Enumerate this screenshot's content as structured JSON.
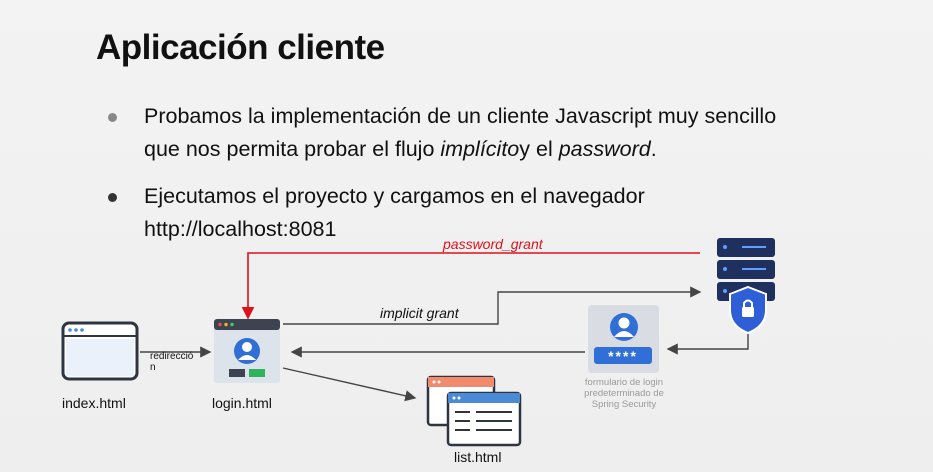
{
  "slide": {
    "title": "Aplicación cliente",
    "bullet1": {
      "line1": "Probamos la implementación de un cliente Javascript muy sencillo",
      "line2_a": "que nos permita probar el flujo ",
      "line2_em1": "implícito",
      "line2_b": "y el ",
      "line2_em2": "password",
      "line2_c": "."
    },
    "bullet2": {
      "line1": "Ejecutamos el proyecto y cargamos en el navegador",
      "line2": "http://localhost:8081"
    }
  },
  "diagram": {
    "password_grant_label": "password_grant",
    "implicit_grant_label": "implicit grant",
    "redirect_label_1": "redirecció",
    "redirect_label_2": "n",
    "index_label": "index.html",
    "login_label": "login.html",
    "list_label": "list.html",
    "form_label_1": "formulario de login",
    "form_label_2": "predeterminado de",
    "form_label_3": "Spring Security",
    "password_mask": "****",
    "colors": {
      "red_arrow": "#e0101c",
      "server": "#1f2f5e",
      "shield": "#2e5fd6",
      "form_bg": "#d9dde3"
    },
    "icons": [
      "browser-window-icon",
      "login-page-icon",
      "list-pages-icon",
      "login-form-icon",
      "server-icon"
    ]
  }
}
